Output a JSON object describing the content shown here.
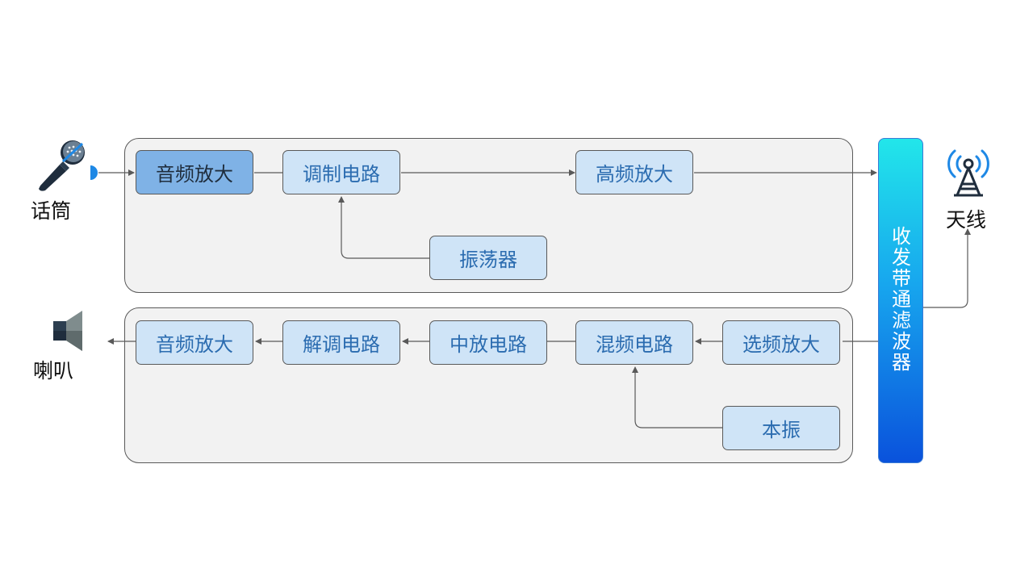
{
  "transmit": {
    "blocks": [
      "音频放大",
      "调制电路",
      "高频放大",
      "振荡器"
    ]
  },
  "receive": {
    "blocks": [
      "音频放大",
      "解调电路",
      "中放电路",
      "混频电路",
      "选频放大",
      "本振"
    ]
  },
  "filter": {
    "label": [
      "收",
      "发",
      "带",
      "通",
      "滤",
      "波",
      "器"
    ]
  },
  "devices": {
    "microphone": "话筒",
    "antenna": "天线",
    "speaker": "喇叭"
  },
  "colors": {
    "block_fill": "#cfe4f7",
    "block_text": "#2b6cb0",
    "highlight_fill": "#7fb2e6",
    "group_fill": "#f2f2f2",
    "filter_gradient_top": "#22e6ea",
    "filter_gradient_bottom": "#0a52dc",
    "antenna_blue": "#1e88e5"
  },
  "icons": [
    "microphone-icon",
    "antenna-icon",
    "speaker-icon"
  ]
}
